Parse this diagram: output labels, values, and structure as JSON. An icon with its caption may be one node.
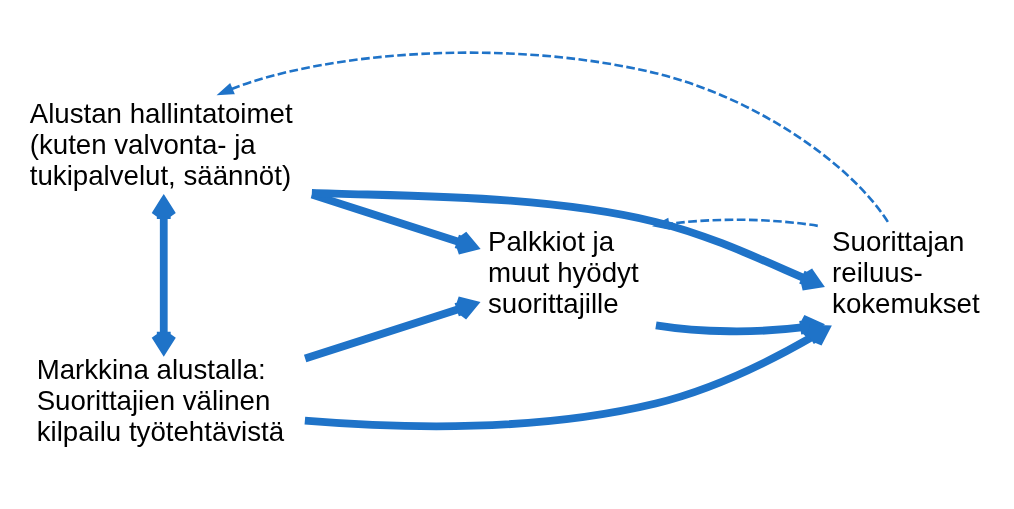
{
  "diagram": {
    "nodes": [
      {
        "text": [
          "Alustan hallintatoimet (kuten valvonta- ja tukipalvelut, säännöt)"
        ]
      },
      {
        "text": [
          "Palkkiot ja muut hyödyt suorittajille"
        ]
      },
      {
        "text": [
          "Suorittajan reiluus- kokemukset"
        ]
      },
      {
        "text": [
          "Markkina alustalla: Suorittajien välinen kilpailu työtehtävistä"
        ]
      }
    ],
    "edges": [
      {
        "from": 0,
        "to": 2,
        "arrow": "to"
      },
      {
        "from": 2,
        "to": 0,
        "arrow": "to",
        "style": "dashed"
      },
      {
        "from": 0,
        "to": 1,
        "arrow": "to"
      },
      {
        "from": 0,
        "to": 3,
        "arrow": "both"
      },
      {
        "from": 1,
        "to": 2,
        "arrow": "to"
      },
      {
        "from": 2,
        "to": 1,
        "arrow": "to",
        "style": "dashed"
      },
      {
        "from": 3,
        "to": 1,
        "arrow": "to"
      },
      {
        "from": 3,
        "to": 2,
        "arrow": "to"
      }
    ]
  }
}
